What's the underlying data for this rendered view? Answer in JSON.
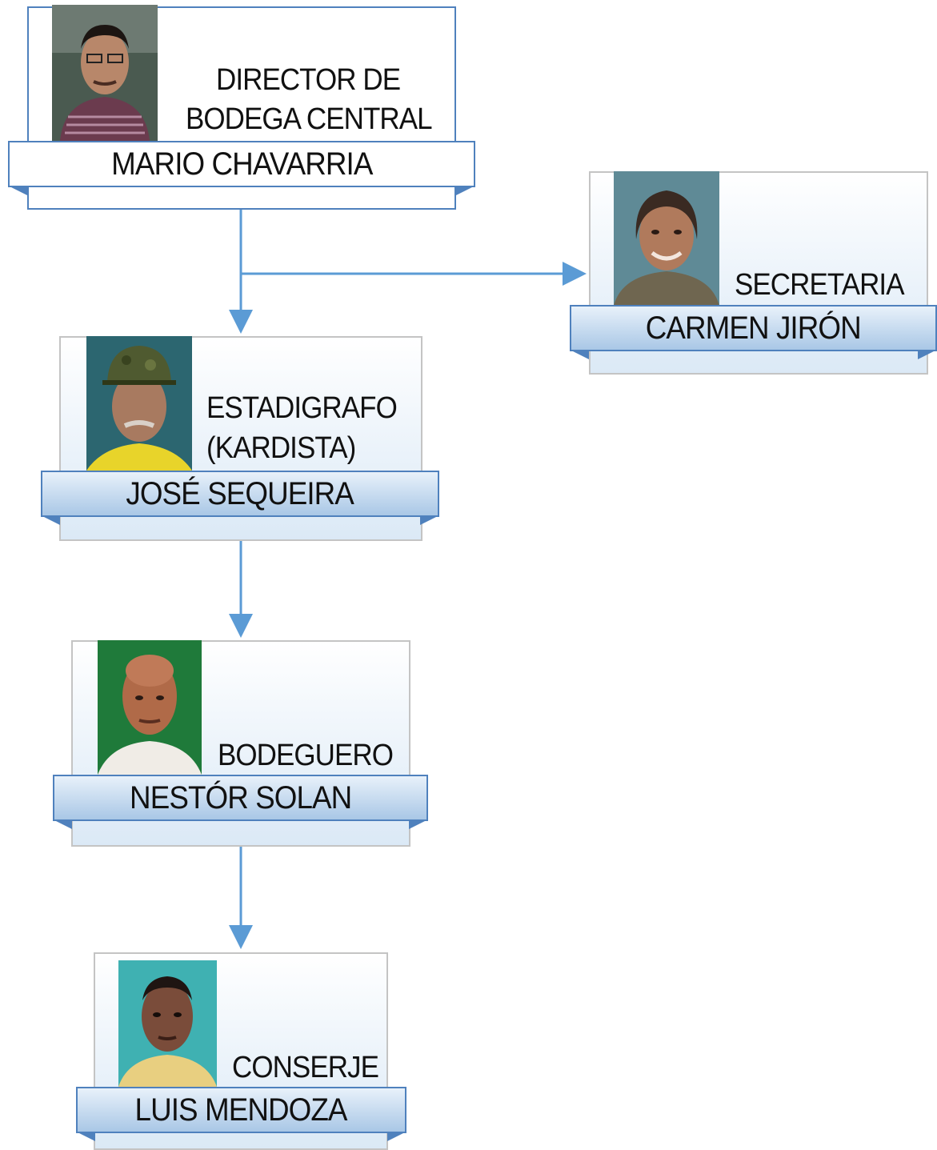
{
  "nodes": {
    "director": {
      "role_line1": "DIRECTOR DE",
      "role_line2": "BODEGA CENTRAL",
      "name": "MARIO CHAVARRIA",
      "photo": "portrait-man-director"
    },
    "secretary": {
      "role": "SECRETARIA",
      "name": "CARMEN JIRÓN",
      "photo": "portrait-woman-secretary"
    },
    "statistician": {
      "role_line1": "ESTADIGRAFO",
      "role_line2": "(KARDISTA)",
      "name": "JOSÉ SEQUEIRA",
      "photo": "portrait-man-cap"
    },
    "warehouse": {
      "role": "BODEGUERO",
      "name": "NESTÓR SOLAN",
      "photo": "portrait-man-bald"
    },
    "janitor": {
      "role": "CONSERJE",
      "name": "LUIS MENDOZA",
      "photo": "portrait-man-janitor"
    }
  },
  "colors": {
    "accent": "#4f81bd",
    "connector": "#5b9bd5",
    "card_gradient_end": "#dbe9f6"
  }
}
